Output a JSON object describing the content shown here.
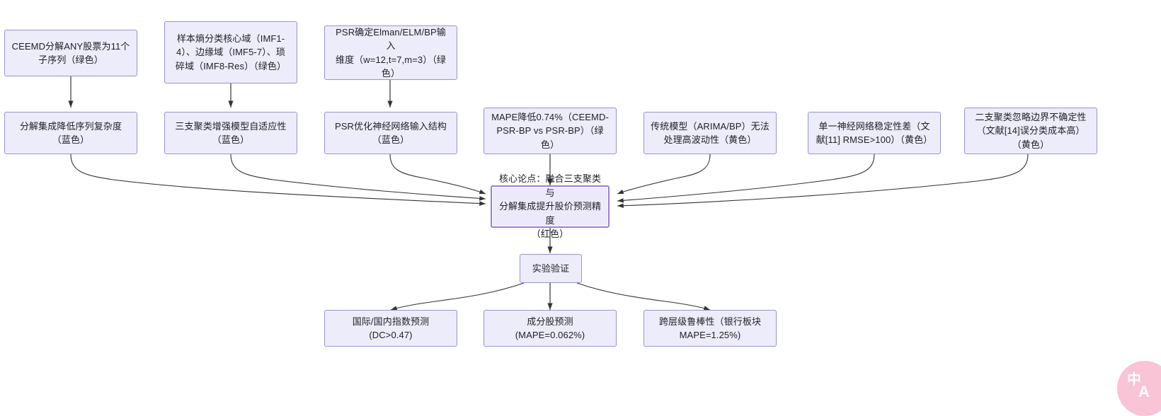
{
  "diagram": {
    "type": "flowchart",
    "direction": "top-down-converging",
    "background_color": "#ffffff",
    "node_fill": "#ececfb",
    "node_border": "#9a93d6",
    "core_node_border": "#9a7fd1",
    "edge_color": "#333333",
    "nodes": [
      {
        "id": "n1",
        "label": "CEEMD分解ANY股票为11个\n子序列（绿色）",
        "row": "top",
        "color_tag": "绿色"
      },
      {
        "id": "n2",
        "label": "样本熵分类核心域（IMF1-\n4）、边缘域（IMF5-7）、琐\n碎域（IMF8-Res）（绿色）",
        "row": "top",
        "color_tag": "绿色"
      },
      {
        "id": "n3",
        "label": "PSR确定Elman/ELM/BP输入\n维度（w=12,t=7,m=3）（绿\n色）",
        "row": "top",
        "color_tag": "绿色"
      },
      {
        "id": "n4",
        "label": "分解集成降低序列复杂度\n（蓝色）",
        "row": "middle",
        "color_tag": "蓝色"
      },
      {
        "id": "n5",
        "label": "三支聚类增强模型自适应性\n（蓝色）",
        "row": "middle",
        "color_tag": "蓝色"
      },
      {
        "id": "n6",
        "label": "PSR优化神经网络输入结构\n（蓝色）",
        "row": "middle",
        "color_tag": "蓝色"
      },
      {
        "id": "n7",
        "label": "MAPE降低0.74%（CEEMD-\nPSR-BP vs PSR-BP）（绿\n色）",
        "row": "middle",
        "color_tag": "绿色"
      },
      {
        "id": "n8",
        "label": "传统模型（ARIMA/BP）无法\n处理高波动性（黄色）",
        "row": "middle",
        "color_tag": "黄色"
      },
      {
        "id": "n9",
        "label": "单一神经网络稳定性差（文\n献[11] RMSE>100）（黄色）",
        "row": "middle",
        "color_tag": "黄色"
      },
      {
        "id": "n10",
        "label": "二支聚类忽略边界不确定性\n（文献[14]误分类成本高）\n（黄色）",
        "row": "middle",
        "color_tag": "黄色"
      },
      {
        "id": "core",
        "label": "核心论点：融合三支聚类与\n分解集成提升股价预测精度\n（红色）",
        "row": "core",
        "color_tag": "红色"
      },
      {
        "id": "exp",
        "label": "实验验证",
        "row": "experiment"
      },
      {
        "id": "r1",
        "label": "国际/国内指数预测\n(DC>0.47)",
        "row": "results"
      },
      {
        "id": "r2",
        "label": "成分股预测\n(MAPE=0.062%)",
        "row": "results"
      },
      {
        "id": "r3",
        "label": "跨层级鲁棒性（银行板块\nMAPE=1.25%)",
        "row": "results"
      }
    ]
  },
  "watermark": {
    "name": "translate-badge",
    "glyph_cn": "中",
    "glyph_a": "A",
    "color": "#f7aec6"
  }
}
